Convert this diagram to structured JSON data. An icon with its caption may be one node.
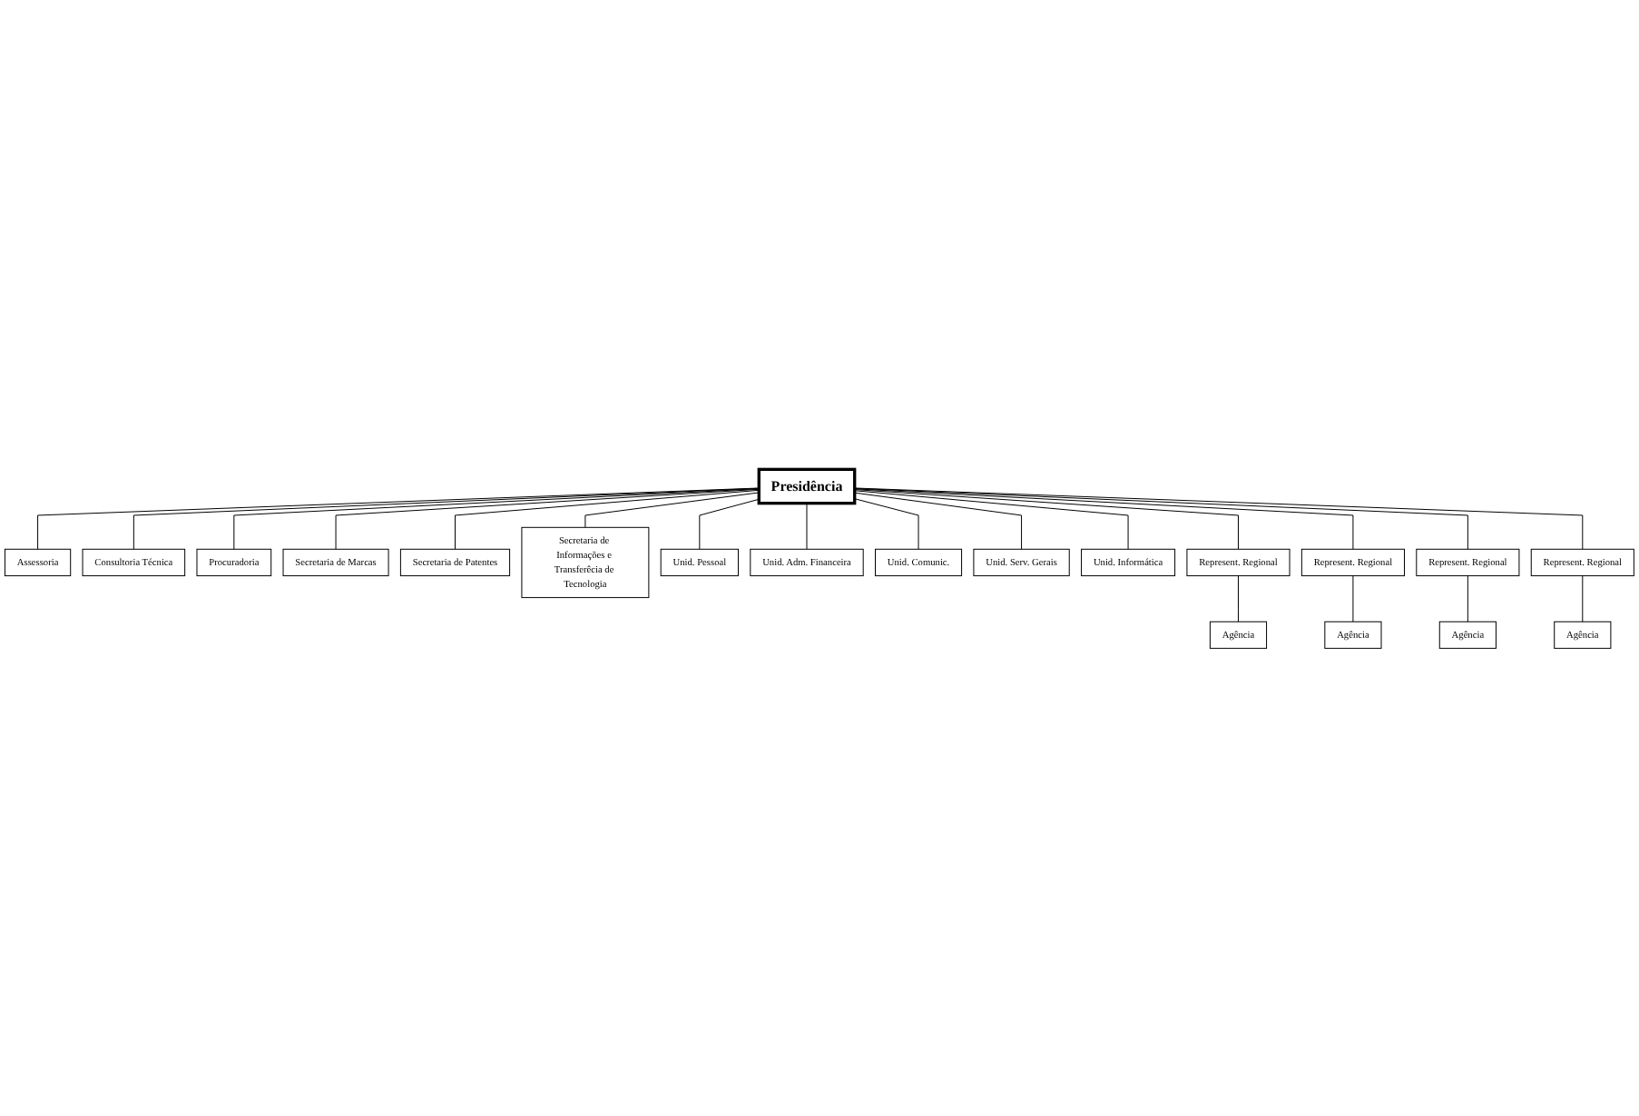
{
  "diagram": {
    "nodes": [
      {
        "text": [
          "Presidência"
        ]
      },
      {
        "text": [
          "Assessoria"
        ]
      },
      {
        "text": [
          "Consultoria Técnica"
        ]
      },
      {
        "text": [
          "Procuradoria"
        ]
      },
      {
        "text": [
          "Secretaria de Marcas"
        ]
      },
      {
        "text": [
          "Secretaria de Patentes"
        ]
      },
      {
        "text": [
          "Secretaria de Informações e Transferêcia de Tecnologia"
        ]
      },
      {
        "text": [
          "Unid. Pessoal"
        ]
      },
      {
        "text": [
          "Unid. Adm. Financeira"
        ]
      },
      {
        "text": [
          "Unid. Comunic."
        ]
      },
      {
        "text": [
          "Unid. Serv. Gerais"
        ]
      },
      {
        "text": [
          "Unid. Informática"
        ]
      },
      {
        "text": [
          "Represent. Regional"
        ]
      },
      {
        "text": [
          "Represent. Regional"
        ]
      },
      {
        "text": [
          "Represent. Regional"
        ]
      },
      {
        "text": [
          "Represent. Regional"
        ]
      },
      {
        "text": [
          "Agência"
        ]
      },
      {
        "text": [
          "Agência"
        ]
      },
      {
        "text": [
          "Agência"
        ]
      },
      {
        "text": [
          "Agência"
        ]
      }
    ],
    "edges": [
      {
        "from": 0,
        "to": 1,
        "arrow": "none"
      },
      {
        "from": 0,
        "to": 2,
        "arrow": "none"
      },
      {
        "from": 0,
        "to": 3,
        "arrow": "none"
      },
      {
        "from": 0,
        "to": 4,
        "arrow": "none"
      },
      {
        "from": 0,
        "to": 5,
        "arrow": "none"
      },
      {
        "from": 0,
        "to": 6,
        "arrow": "none"
      },
      {
        "from": 0,
        "to": 7,
        "arrow": "none"
      },
      {
        "from": 0,
        "to": 8,
        "arrow": "none"
      },
      {
        "from": 0,
        "to": 9,
        "arrow": "none"
      },
      {
        "from": 0,
        "to": 10,
        "arrow": "none"
      },
      {
        "from": 0,
        "to": 11,
        "arrow": "none"
      },
      {
        "from": 0,
        "to": 12,
        "arrow": "none"
      },
      {
        "from": 0,
        "to": 13,
        "arrow": "none"
      },
      {
        "from": 0,
        "to": 14,
        "arrow": "none"
      },
      {
        "from": 0,
        "to": 15,
        "arrow": "none"
      },
      {
        "from": 12,
        "to": 16,
        "arrow": "none"
      },
      {
        "from": 13,
        "to": 17,
        "arrow": "none"
      },
      {
        "from": 14,
        "to": 18,
        "arrow": "none"
      },
      {
        "from": 15,
        "to": 19,
        "arrow": "none"
      }
    ]
  }
}
